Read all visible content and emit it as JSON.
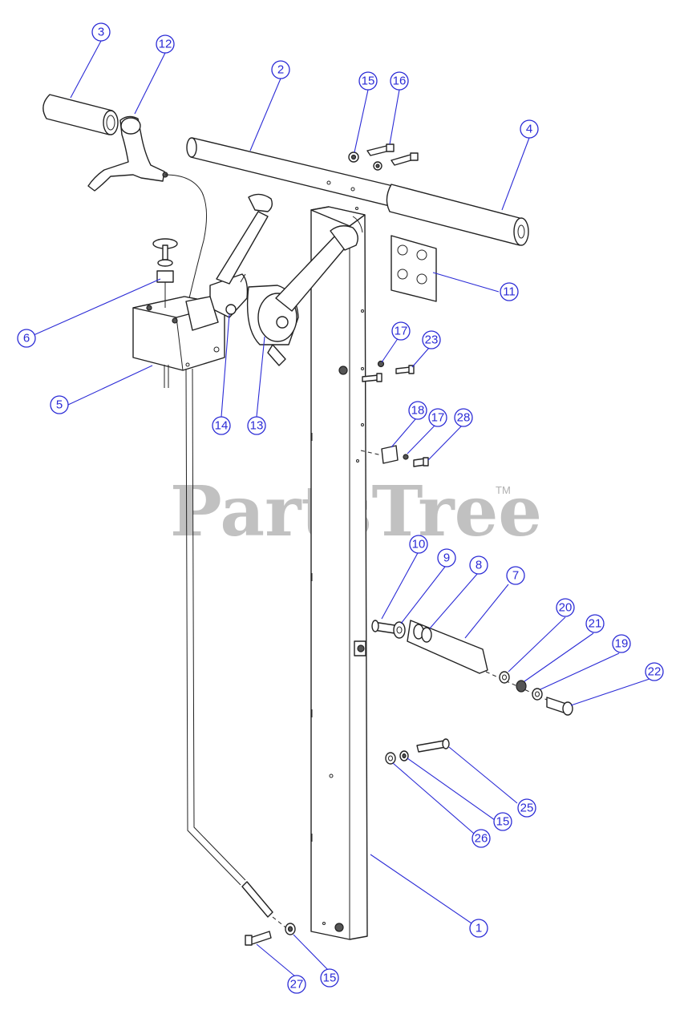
{
  "watermark": {
    "brand": "PartsTree",
    "tm": "TM"
  },
  "callouts": [
    {
      "id": "c1",
      "label": "1"
    },
    {
      "id": "c2",
      "label": "2"
    },
    {
      "id": "c3",
      "label": "3"
    },
    {
      "id": "c4",
      "label": "4"
    },
    {
      "id": "c5",
      "label": "5"
    },
    {
      "id": "c6",
      "label": "6"
    },
    {
      "id": "c7",
      "label": "7"
    },
    {
      "id": "c8",
      "label": "8"
    },
    {
      "id": "c9",
      "label": "9"
    },
    {
      "id": "c10",
      "label": "10"
    },
    {
      "id": "c11",
      "label": "11"
    },
    {
      "id": "c12",
      "label": "12"
    },
    {
      "id": "c13",
      "label": "13"
    },
    {
      "id": "c14",
      "label": "14"
    },
    {
      "id": "c15a",
      "label": "15"
    },
    {
      "id": "c15b",
      "label": "15"
    },
    {
      "id": "c15c",
      "label": "15"
    },
    {
      "id": "c16",
      "label": "16"
    },
    {
      "id": "c17a",
      "label": "17"
    },
    {
      "id": "c17b",
      "label": "17"
    },
    {
      "id": "c18",
      "label": "18"
    },
    {
      "id": "c19",
      "label": "19"
    },
    {
      "id": "c20",
      "label": "20"
    },
    {
      "id": "c21",
      "label": "21"
    },
    {
      "id": "c22",
      "label": "22"
    },
    {
      "id": "c23",
      "label": "23"
    },
    {
      "id": "c25",
      "label": "25"
    },
    {
      "id": "c26",
      "label": "26"
    },
    {
      "id": "c27",
      "label": "27"
    },
    {
      "id": "c28",
      "label": "28"
    }
  ],
  "colors": {
    "callout": "#2b2bd6",
    "line": "#222222",
    "watermark": "#8f8f8f"
  }
}
